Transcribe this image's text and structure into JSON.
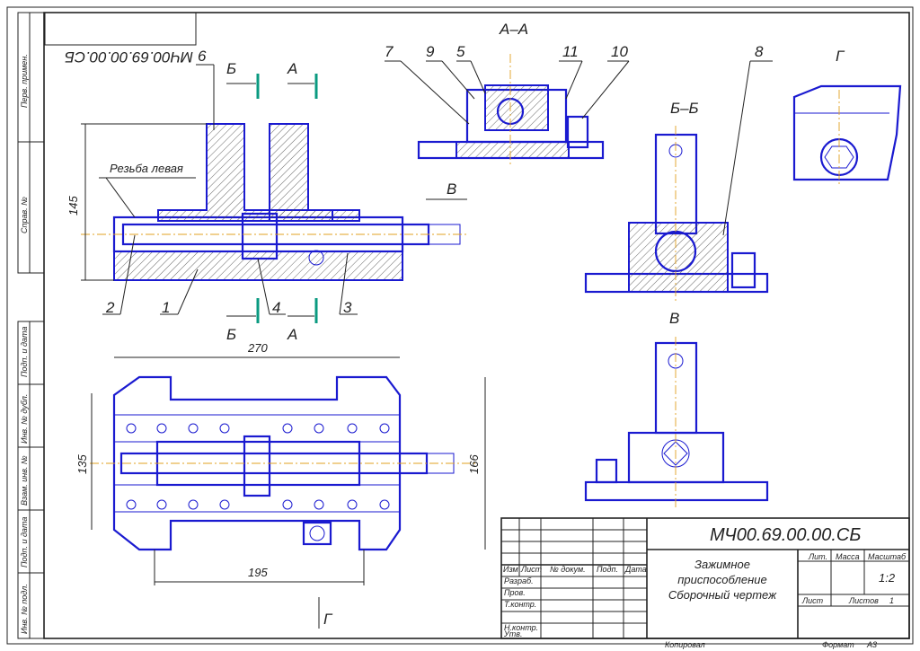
{
  "drawing_number": "МЧ00.69.00.00.СБ",
  "drawing_number_rotated": "МЧ00.69.00.00.СБ",
  "title_lines": [
    "Зажимное",
    "приспособление",
    "Сборочный чертеж"
  ],
  "section_labels": {
    "aa": "А–А",
    "bb": "Б–Б",
    "v": "В",
    "g": "Г",
    "a": "А",
    "b": "Б"
  },
  "thread_note": "Резьба левая",
  "part_callouts": [
    "1",
    "2",
    "3",
    "4",
    "5",
    "6",
    "7",
    "8",
    "9",
    "10",
    "11"
  ],
  "dimensions": {
    "height": "145",
    "length": "270",
    "width_inner": "135",
    "width_outer": "166",
    "bolt_spacing": "195"
  },
  "side_stamp_labels": [
    "Перв. примен.",
    "Справ. №",
    "Подп. и дата",
    "Инв. № дубл.",
    "Взам. инв. №",
    "Подп. и дата",
    "Инв. № подл."
  ],
  "title_block": {
    "row_labels": [
      "Разраб.",
      "Пров.",
      "Т.контр.",
      "",
      "Н.контр.",
      "Утв."
    ],
    "col_headers": [
      "Изм",
      "Лист",
      "№ докум.",
      "Подп.",
      "Дата"
    ],
    "lit_label": "Лит.",
    "mass_label": "Масса",
    "scale_label": "Масштаб",
    "scale_value": "1:2",
    "sheet_label": "Лист",
    "sheets_label": "Листов",
    "sheets_value": "1",
    "copied_label": "Копировал",
    "format_label": "Формат",
    "format_value": "А3"
  }
}
